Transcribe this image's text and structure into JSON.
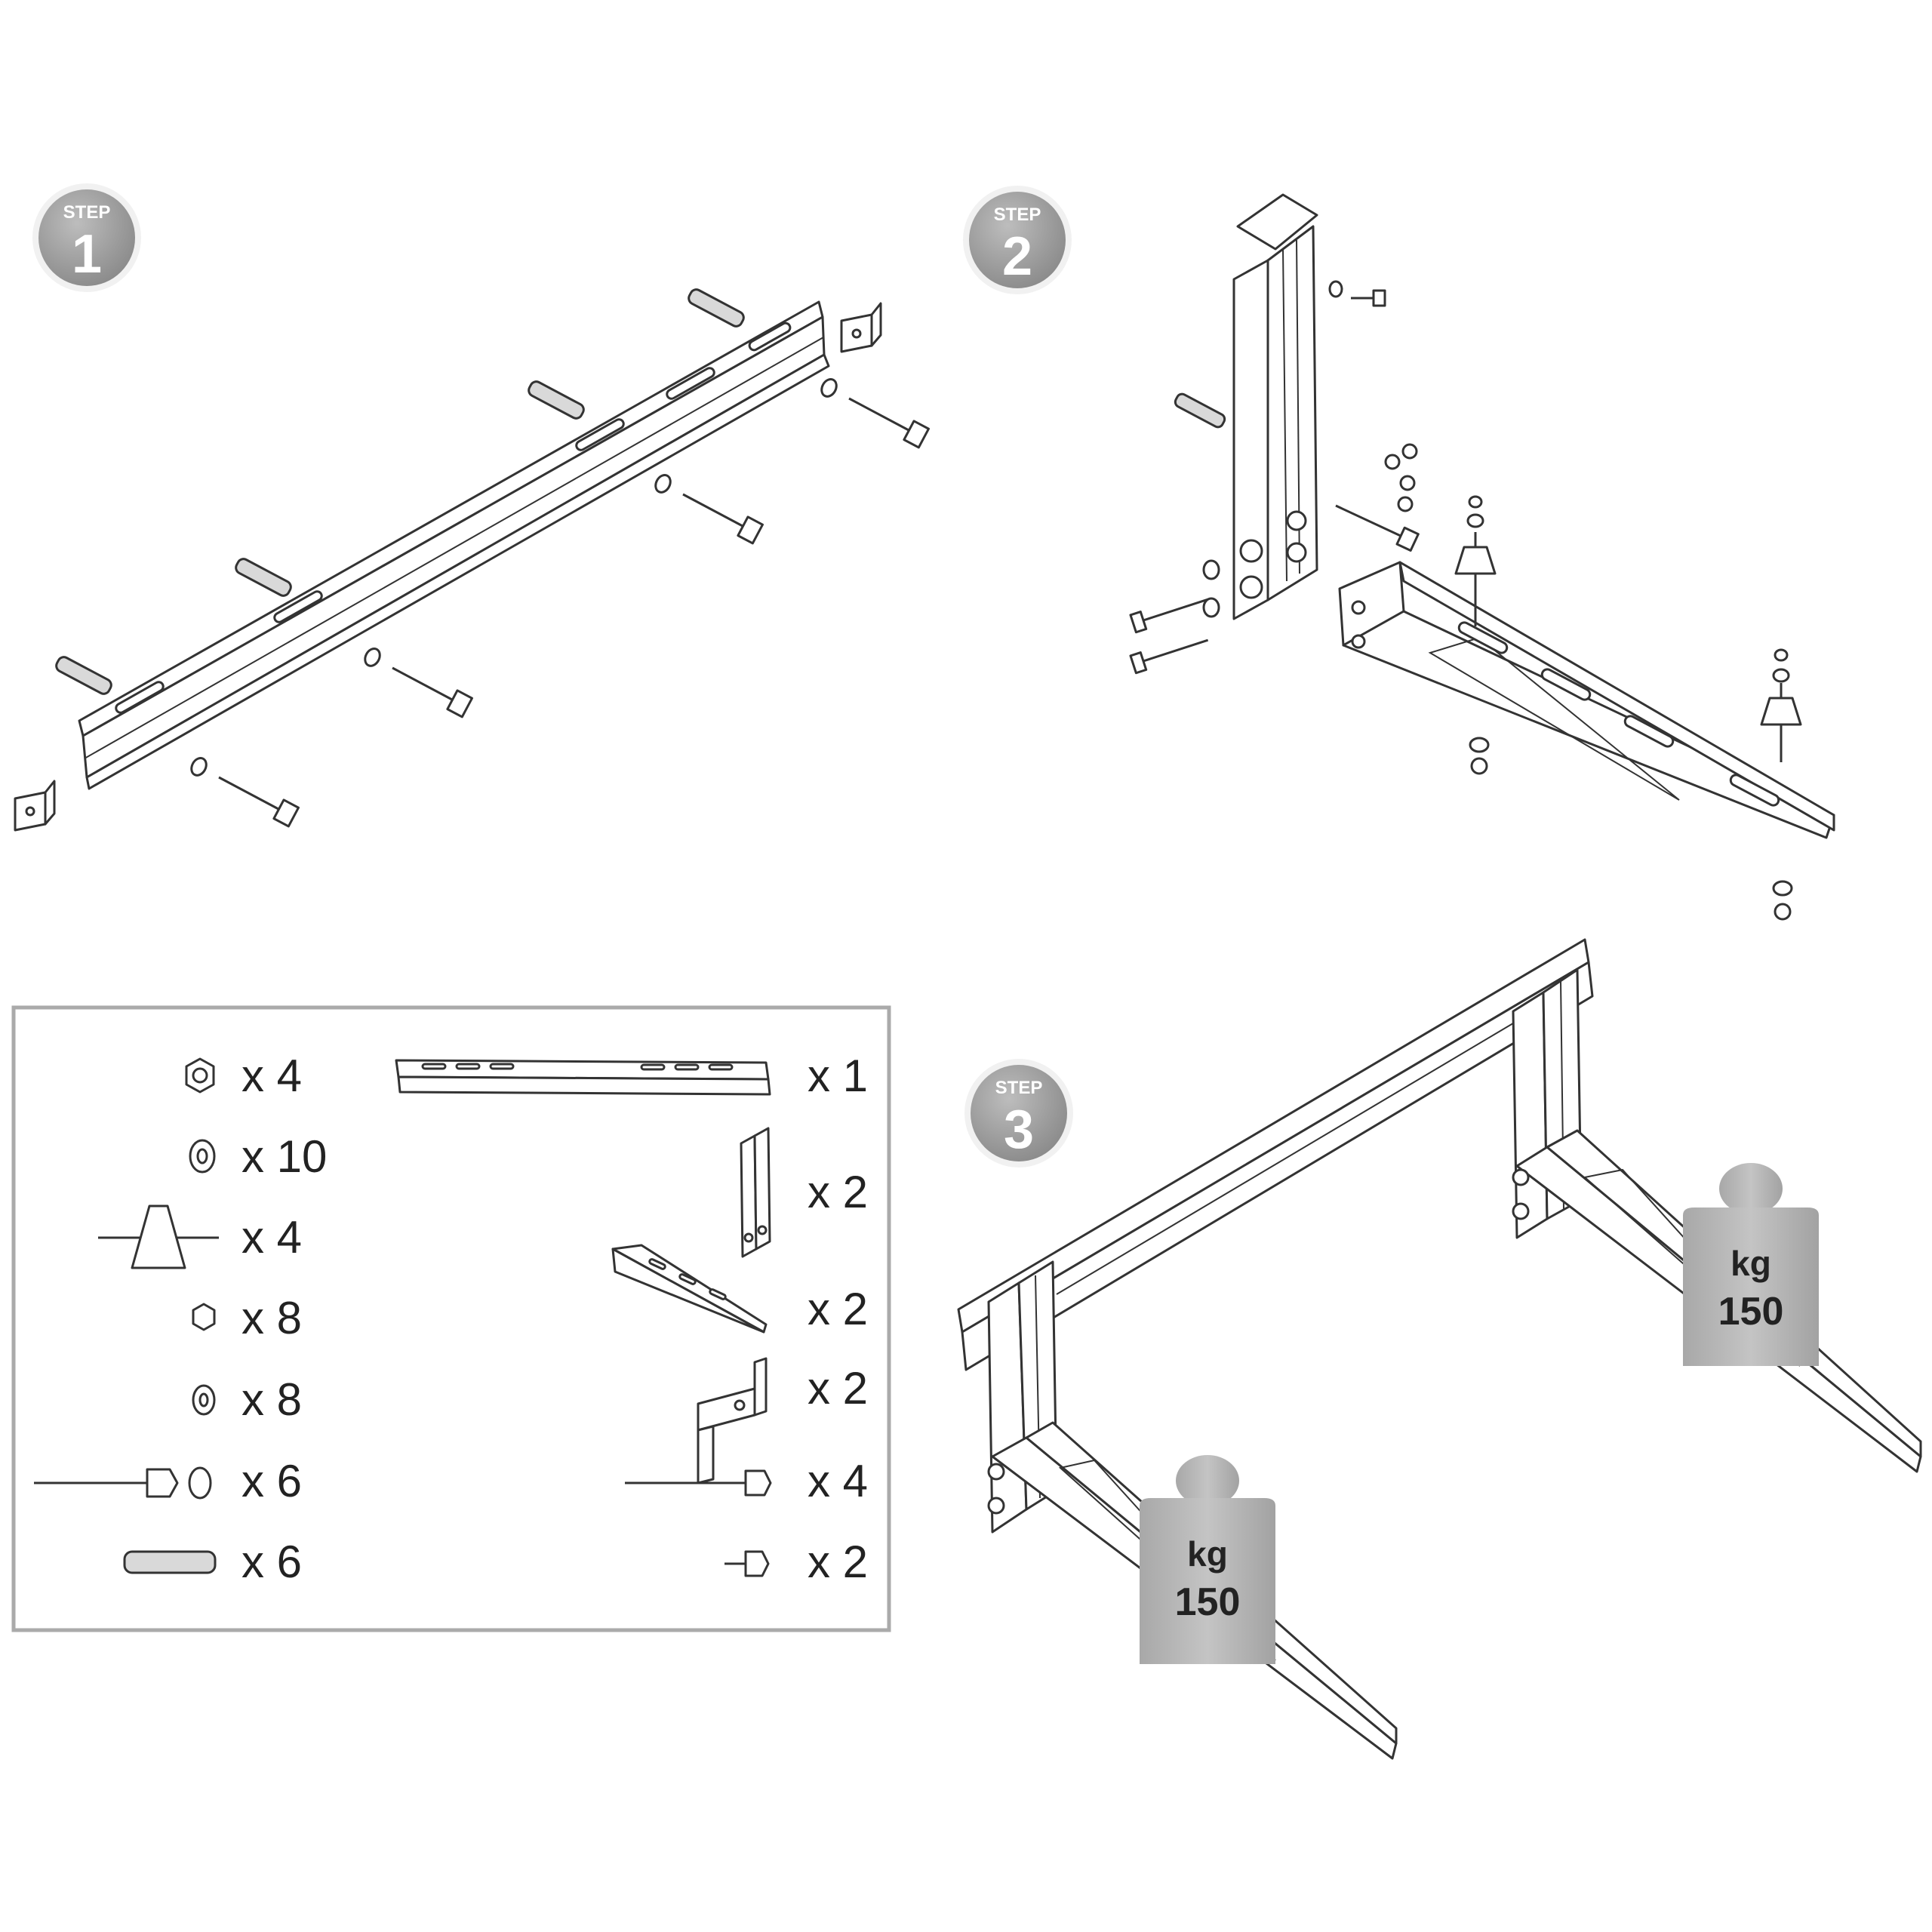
{
  "steps": [
    {
      "word": "STEP",
      "number": "1"
    },
    {
      "word": "STEP",
      "number": "2"
    },
    {
      "word": "STEP",
      "number": "3"
    }
  ],
  "parts_left": [
    {
      "icon": "nut-icon",
      "qty": "x 4"
    },
    {
      "icon": "washer-icon",
      "qty": "x 10"
    },
    {
      "icon": "rubber-damper-icon",
      "qty": "x 4"
    },
    {
      "icon": "hex-nut-icon",
      "qty": "x 8"
    },
    {
      "icon": "small-washer-icon",
      "qty": "x 8"
    },
    {
      "icon": "lag-screw-icon",
      "qty": "x 6"
    },
    {
      "icon": "wall-plug-icon",
      "qty": "x 6"
    }
  ],
  "parts_right": [
    {
      "icon": "rail-icon",
      "qty": "x 1"
    },
    {
      "icon": "vertical-bracket-icon",
      "qty": "x 2"
    },
    {
      "icon": "arm-bracket-icon",
      "qty": "x 2"
    },
    {
      "icon": "clip-icon",
      "qty": "x 2"
    },
    {
      "icon": "long-bolt-icon",
      "qty": "x 4"
    },
    {
      "icon": "short-bolt-icon",
      "qty": "x 2"
    }
  ],
  "weights": [
    {
      "unit": "kg",
      "value": "150"
    },
    {
      "unit": "kg",
      "value": "150"
    }
  ],
  "colors": {
    "badge": "#9a9a9a",
    "weight": "#b3b3b3",
    "line": "#333333"
  }
}
